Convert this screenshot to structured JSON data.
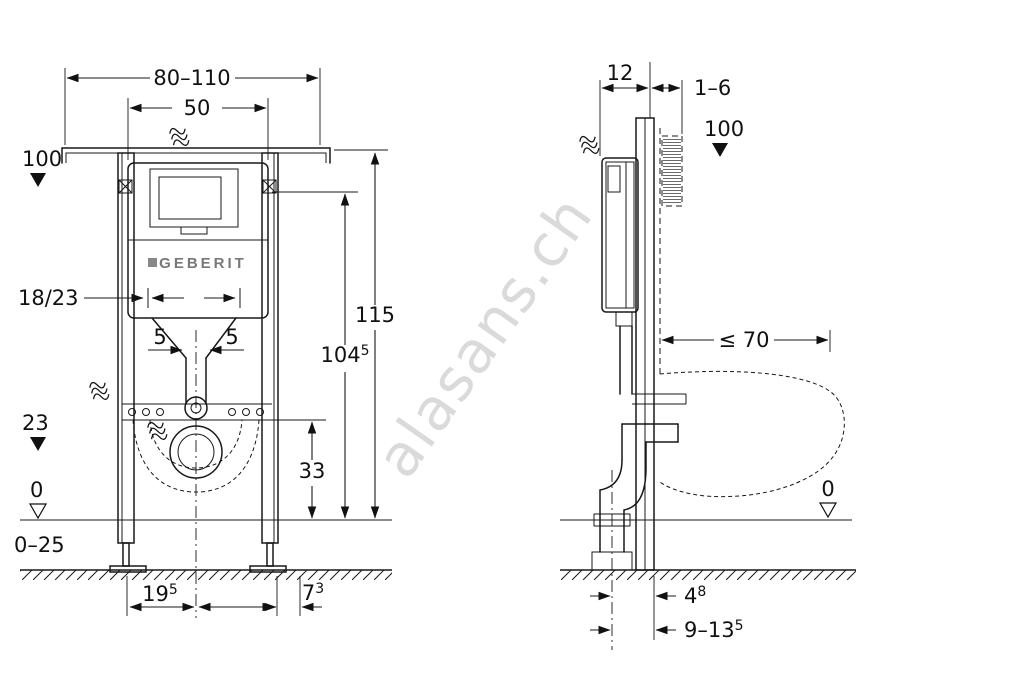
{
  "watermark": {
    "text": "alasans.ch"
  },
  "front": {
    "brand": "GEBERIT",
    "width_range": "80–110",
    "cistern_width": "50",
    "top_level": "100",
    "flush_bend": "18/23",
    "offset_left": "5",
    "offset_right": "5",
    "outlet_level": "23",
    "floor_level": "0",
    "floor_adjust": "0–25",
    "total_height": "115",
    "act_height_main": "104",
    "act_height_sup": "5",
    "outlet_height": "33",
    "foot_left_main": "19",
    "foot_left_sup": "5",
    "foot_right_main": "7",
    "foot_right_sup": "3"
  },
  "side": {
    "frame_depth": "12",
    "cladding_range": "1–6",
    "top_level": "100",
    "pan_depth_max": "≤ 70",
    "floor_level": "0",
    "outlet_offset_main": "4",
    "outlet_offset_sup": "8",
    "outlet_range_main": "9–13",
    "outlet_range_sup": "5"
  }
}
